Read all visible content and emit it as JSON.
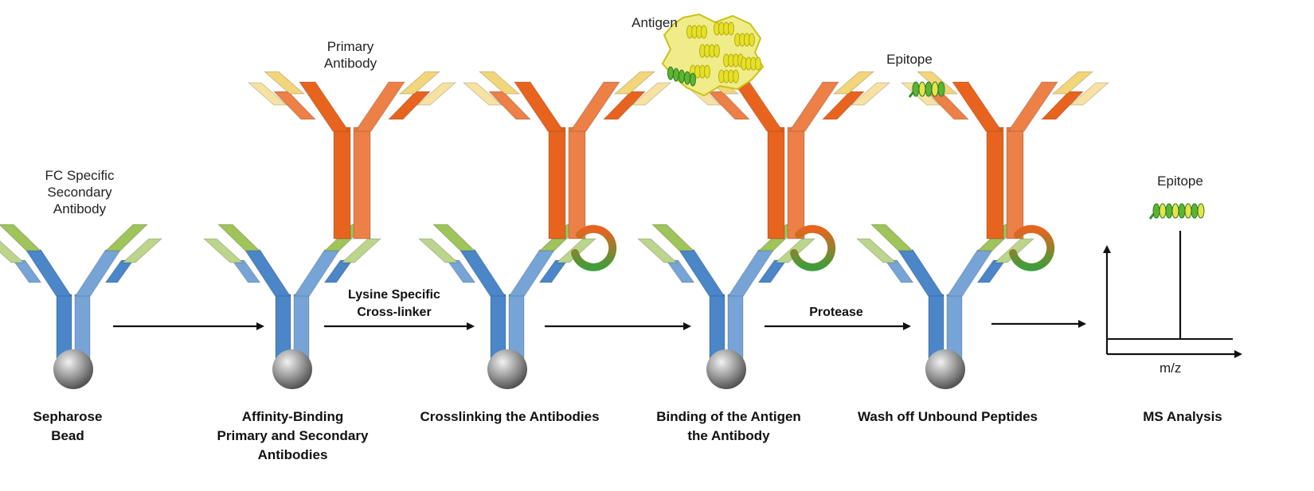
{
  "labels": {
    "fc_secondary": "FC Specific\nSecondary\nAntibody",
    "primary_antibody": "Primary\nAntibody",
    "antigen": "Antigen",
    "epitope_bound": "Epitope",
    "epitope_ms": "Epitope",
    "mz": "m/z"
  },
  "arrow_labels": {
    "crosslinker": "Lysine Specific\nCross-linker",
    "protease": "Protease"
  },
  "steps": [
    {
      "caption": "Sepharose\nBead"
    },
    {
      "caption": "Affinity-Binding\nPrimary and Secondary\nAntibodies"
    },
    {
      "caption": "Crosslinking the Antibodies"
    },
    {
      "caption": "Binding of the Antigen\nthe Antibody"
    },
    {
      "caption": "Wash off Unbound Peptides"
    },
    {
      "caption": "MS Analysis"
    }
  ],
  "colors": {
    "secondary_blue": "#4a86c8",
    "secondary_tip": "#9ec45a",
    "primary_orange": "#e8641e",
    "primary_tip": "#f3d57a",
    "bead": "#8e8e8e",
    "antigen": "#e6e02a",
    "epitope": "#5cb531"
  }
}
